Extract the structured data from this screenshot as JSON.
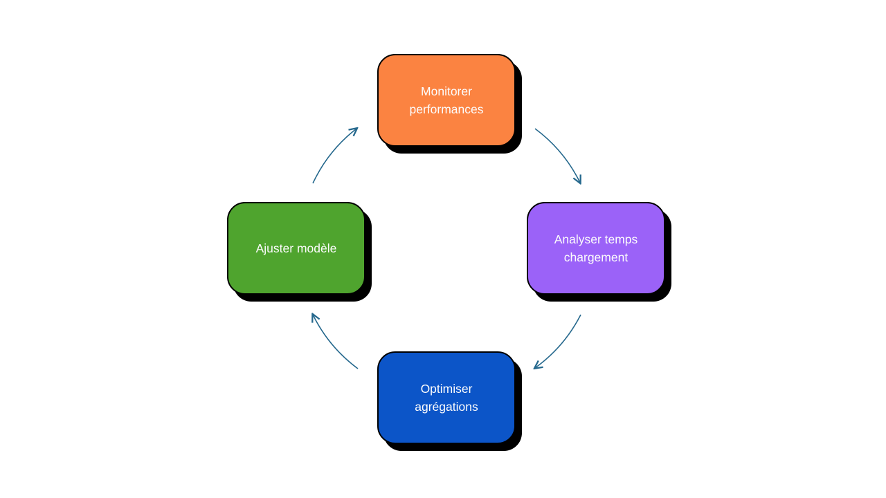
{
  "diagram": {
    "type": "cycle",
    "direction": "clockwise",
    "arrow_color": "#25688D",
    "nodes": [
      {
        "id": "monitorer",
        "label": "Monitorer performances",
        "fill": "#FB8341",
        "position": "top"
      },
      {
        "id": "analyser",
        "label": "Analyser temps chargement",
        "fill": "#9B62F8",
        "position": "right"
      },
      {
        "id": "optimiser",
        "label": "Optimiser agrégations",
        "fill": "#0C55C8",
        "position": "bottom"
      },
      {
        "id": "ajuster",
        "label": "Ajuster modèle",
        "fill": "#4FA42E",
        "position": "left"
      }
    ],
    "edges": [
      {
        "from": "monitorer",
        "to": "analyser"
      },
      {
        "from": "analyser",
        "to": "optimiser"
      },
      {
        "from": "optimiser",
        "to": "ajuster"
      },
      {
        "from": "ajuster",
        "to": "monitorer"
      }
    ]
  }
}
